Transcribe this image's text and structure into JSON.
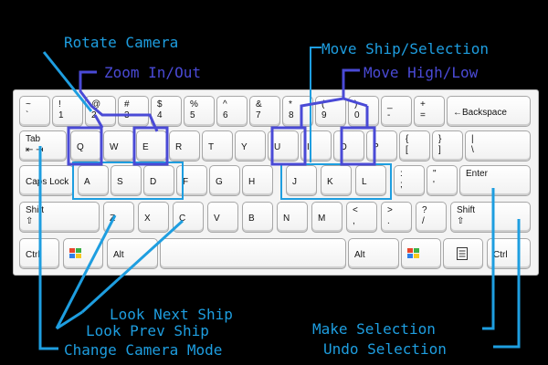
{
  "colors": {
    "background": "#000000",
    "blue": "#1e9ee0",
    "purple": "#4a4ad6"
  },
  "labels": {
    "rotate_camera": "Rotate Camera",
    "zoom": "Zoom In/Out",
    "move_ship": "Move Ship/Selection",
    "move_high_low": "Move High/Low",
    "look_next": "Look Next Ship",
    "look_prev": "Look Prev Ship",
    "change_camera": "Change Camera Mode",
    "make_selection": "Make Selection",
    "undo_selection": "Undo Selection"
  },
  "keys": {
    "tilde_top": "~",
    "tilde_bot": "`",
    "one_top": "!",
    "one_bot": "1",
    "two_top": "@",
    "two_bot": "2",
    "three_top": "#",
    "three_bot": "3",
    "four_top": "$",
    "four_bot": "4",
    "five_top": "%",
    "five_bot": "5",
    "six_top": "^",
    "six_bot": "6",
    "seven_top": "&",
    "seven_bot": "7",
    "eight_top": "*",
    "eight_bot": "8",
    "nine_top": "(",
    "nine_bot": "9",
    "zero_top": ")",
    "zero_bot": "0",
    "minus_top": "_",
    "minus_bot": "-",
    "equals_top": "+",
    "equals_bot": "=",
    "backspace": "←Backspace",
    "tab": "Tab",
    "tab_arrows": "⇤ ⇥",
    "q": "Q",
    "w": "W",
    "e": "E",
    "r": "R",
    "t": "T",
    "y": "Y",
    "u": "U",
    "i": "I",
    "o": "O",
    "p": "P",
    "lbracket_top": "{",
    "lbracket_bot": "[",
    "rbracket_top": "}",
    "rbracket_bot": "]",
    "backslash_top": "|",
    "backslash_bot": "\\",
    "capslock": "Caps Lock",
    "a": "A",
    "s": "S",
    "d": "D",
    "f": "F",
    "g": "G",
    "h": "H",
    "j": "J",
    "k": "K",
    "l": "L",
    "semicolon_top": ":",
    "semicolon_bot": ";",
    "quote_top": "\"",
    "quote_bot": "'",
    "enter": "Enter",
    "shift": "Shift",
    "shift_arrow": "⇧",
    "z": "Z",
    "x": "X",
    "c": "C",
    "v": "V",
    "b": "B",
    "n": "N",
    "m": "M",
    "comma_top": "<",
    "comma_bot": ",",
    "period_top": ">",
    "period_bot": ".",
    "slash_top": "?",
    "slash_bot": "/",
    "ctrl": "Ctrl",
    "alt": "Alt"
  }
}
